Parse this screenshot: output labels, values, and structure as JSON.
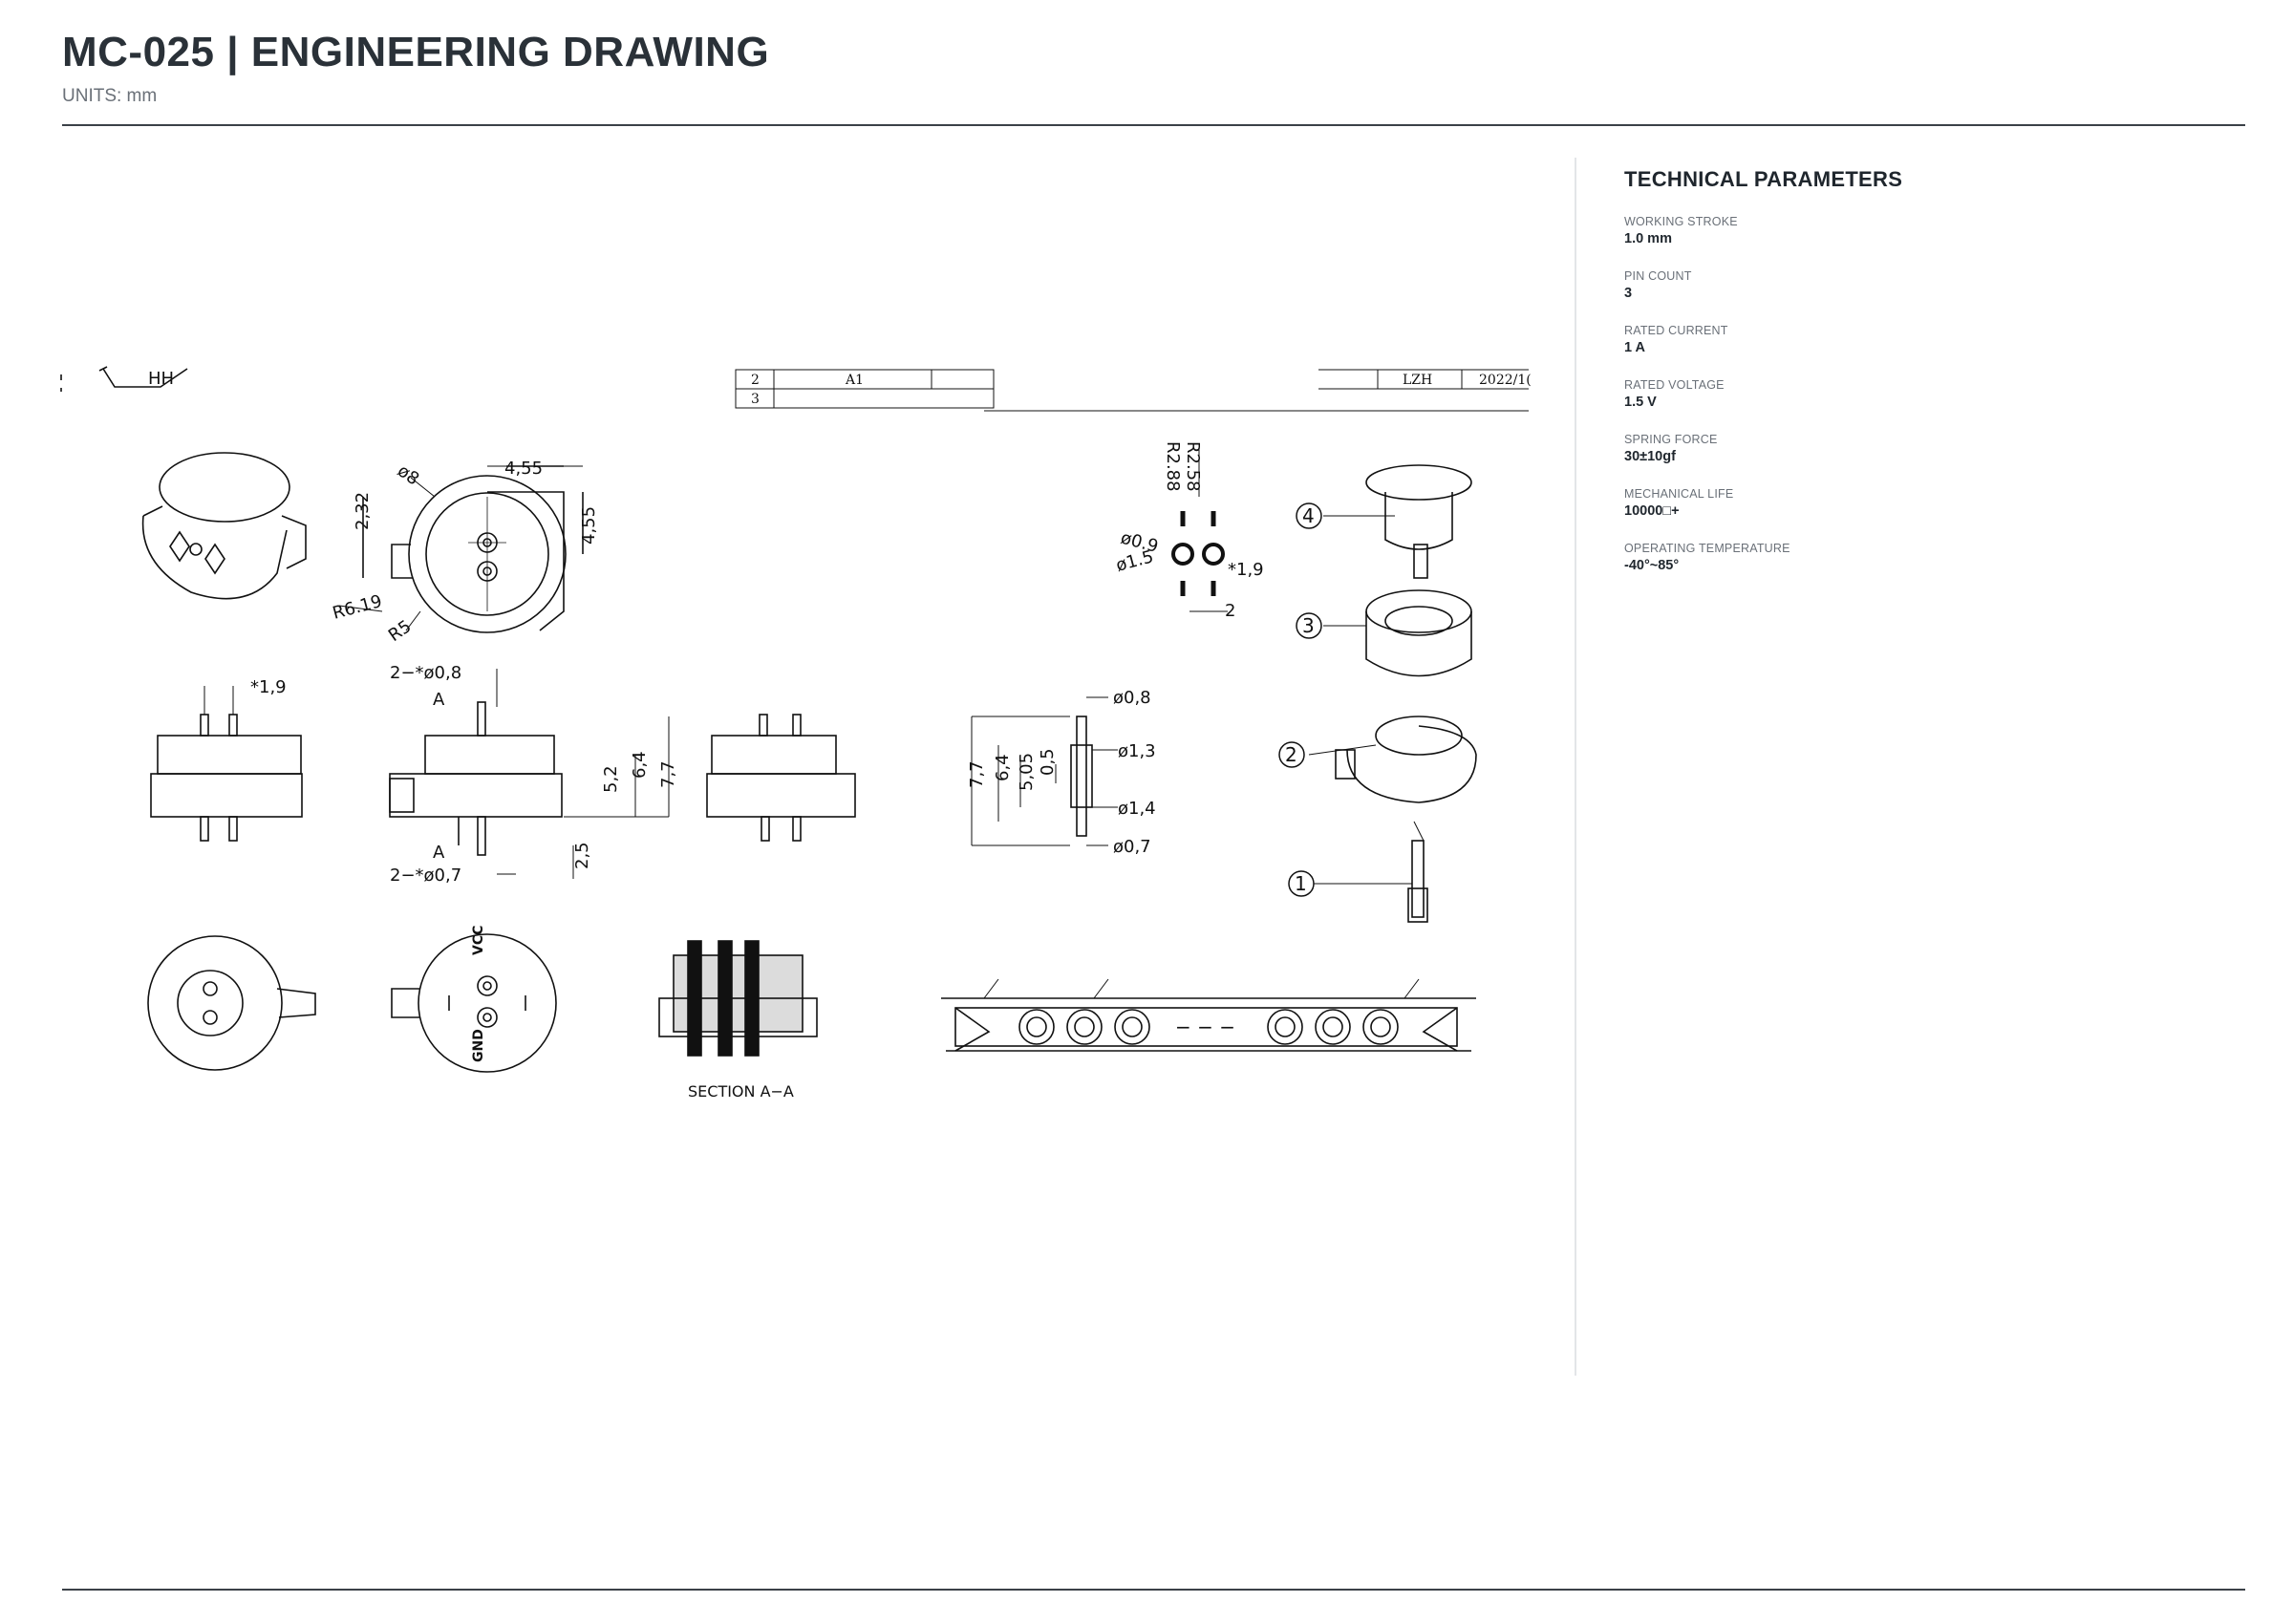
{
  "header": {
    "title": "MC-025  |  ENGINEERING DRAWING",
    "units": "UNITS: mm"
  },
  "drawing": {
    "title_block": {
      "row1_num": "2",
      "row1_part": "A1",
      "row2_num": "3",
      "author": "LZH",
      "date": "2022/1(",
      "stamp": "HH"
    },
    "dims": {
      "w455_top": "4,55",
      "d8": "ø8",
      "h232": "2,32",
      "h455_right": "4,55",
      "r619": "R6.19",
      "r5": "R5",
      "r258": "R2.58",
      "r288": "R2.88",
      "d09": "ø0.9",
      "d15": "ø1.5",
      "p19_pin": "*1,9",
      "w2": "2",
      "p19_side": "*1,9",
      "pin_d08": "2−*ø0,8",
      "pin_d07": "2−*ø0,7",
      "sect_a": "A",
      "h52": "5,2",
      "h64": "6,4",
      "h77": "7,7",
      "h25": "2,5",
      "pd08": "ø0,8",
      "pd13": "ø1,3",
      "pd14": "ø1,4",
      "pd07": "ø0,7",
      "ph77": "7,7",
      "ph64": "6,4",
      "ph505": "5,05",
      "ph05": "0,5",
      "vcc": "VCC",
      "gnd": "GND",
      "section_label": "SECTION A−A",
      "break_dash": "− − −"
    },
    "balloons": [
      "1",
      "2",
      "3",
      "4"
    ]
  },
  "parameters": {
    "title": "TECHNICAL PARAMETERS",
    "items": [
      {
        "label": "WORKING STROKE",
        "value": "1.0 mm"
      },
      {
        "label": "PIN COUNT",
        "value": "3"
      },
      {
        "label": "RATED CURRENT",
        "value": "1 A"
      },
      {
        "label": "RATED VOLTAGE",
        "value": "1.5 V"
      },
      {
        "label": "SPRING FORCE",
        "value": "30±10gf"
      },
      {
        "label": "MECHANICAL LIFE",
        "value": "10000□+"
      },
      {
        "label": "OPERATING TEMPERATURE",
        "value": "-40°~85°"
      }
    ]
  }
}
